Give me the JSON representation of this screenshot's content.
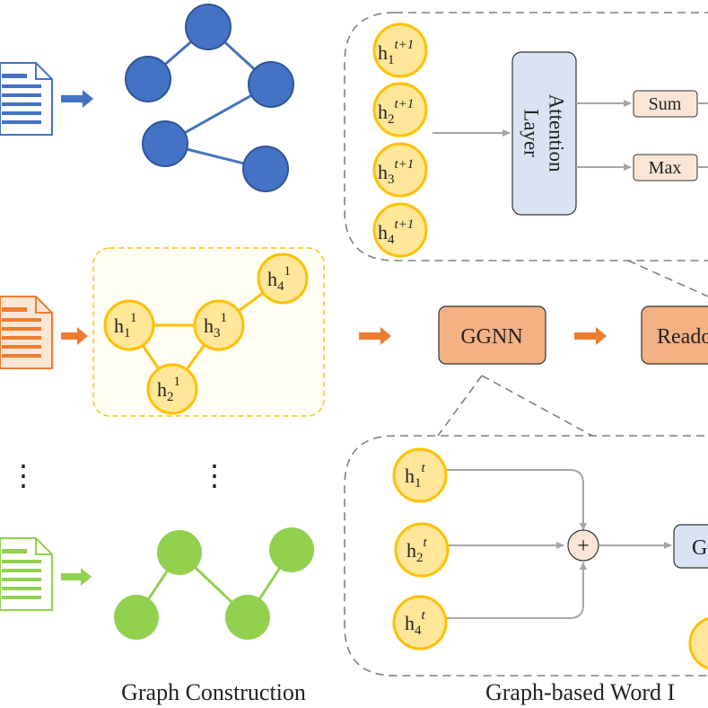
{
  "colors": {
    "blue_node": "#4472c4",
    "blue_stroke": "#2f5597",
    "yellow_node": "#ffe699",
    "yellow_stroke": "#ffc000",
    "green_node": "#92d050",
    "orange_box": "#f4b183",
    "orange_box_stroke": "#c55a11",
    "orange_arrow": "#ed7d31",
    "blue_arrow": "#4472c4",
    "green_arrow": "#92d050",
    "attention_box": "#dae3f3",
    "pool_box": "#fbe5d6",
    "dash": "#808080"
  },
  "icons": {
    "document_blue": "document-icon",
    "document_orange": "document-icon",
    "document_green": "document-icon"
  },
  "top_panel": {
    "nodes": [
      {
        "base": "h",
        "sub": "1",
        "sup": "t+1"
      },
      {
        "base": "h",
        "sub": "2",
        "sup": "t+1"
      },
      {
        "base": "h",
        "sub": "3",
        "sup": "t+1"
      },
      {
        "base": "h",
        "sub": "4",
        "sup": "t+1"
      }
    ],
    "attention_label_line1": "Attention",
    "attention_label_line2": "Layer",
    "sum_label": "Sum",
    "max_label": "Max"
  },
  "middle": {
    "graph_nodes": [
      {
        "base": "h",
        "sub": "1",
        "sup": "1"
      },
      {
        "base": "h",
        "sub": "2",
        "sup": "1"
      },
      {
        "base": "h",
        "sub": "3",
        "sup": "1"
      },
      {
        "base": "h",
        "sub": "4",
        "sup": "1"
      }
    ],
    "ggnn_label": "GGNN",
    "readout_label": "Reado"
  },
  "bottom_panel": {
    "nodes": [
      {
        "base": "h",
        "sub": "1",
        "sup": "t"
      },
      {
        "base": "h",
        "sub": "2",
        "sup": "t"
      },
      {
        "base": "h",
        "sub": "4",
        "sup": "t"
      }
    ],
    "plus_label": "+",
    "g_label": "G"
  },
  "ellipsis": "⋮",
  "captions": {
    "left": "Graph Construction",
    "right": "Graph-based Word I"
  }
}
